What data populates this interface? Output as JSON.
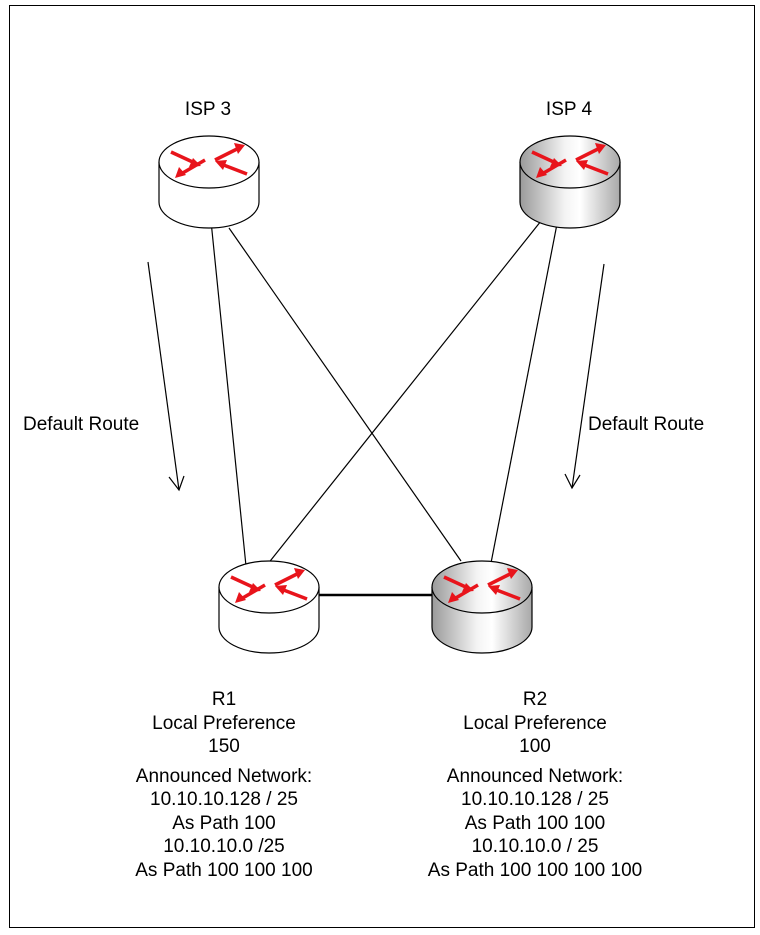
{
  "routers": {
    "isp3": {
      "name": "ISP 3",
      "style": "white"
    },
    "isp4": {
      "name": "ISP 4",
      "style": "gradient"
    },
    "r1": {
      "name": "R1",
      "style": "white"
    },
    "r2": {
      "name": "R2",
      "style": "gradient"
    }
  },
  "arrows": {
    "left_label": "Default Route",
    "right_label": "Default Route"
  },
  "r1_info": {
    "name": "R1",
    "local_pref_label": "Local Preference",
    "local_pref_value": "150",
    "announced_label": "Announced Network:",
    "net1": "10.10.10.128 / 25",
    "path1": "As Path 100",
    "net2": "10.10.10.0 /25",
    "path2": "As Path 100 100 100"
  },
  "r2_info": {
    "name": "R2",
    "local_pref_label": "Local Preference",
    "local_pref_value": "100",
    "announced_label": "Announced Network:",
    "net1": "10.10.10.128 / 25",
    "path1": "As Path 100 100",
    "net2": "10.10.10.0 / 25",
    "path2": "As Path 100 100 100 100"
  },
  "colors": {
    "arrow_red": "#e8141b",
    "outline": "#000000"
  }
}
